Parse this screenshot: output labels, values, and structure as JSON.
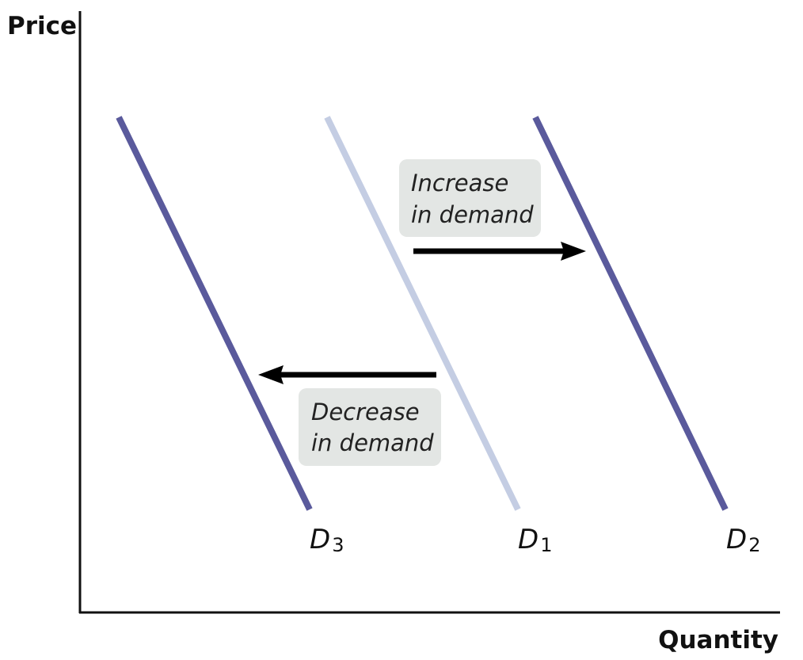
{
  "axes": {
    "y_label": "Price",
    "x_label": "Quantity"
  },
  "curves": [
    {
      "id": "D3",
      "letter": "D",
      "subscript": "3",
      "color": "#5a5a9c"
    },
    {
      "id": "D1",
      "letter": "D",
      "subscript": "1",
      "color": "#c4cde3"
    },
    {
      "id": "D2",
      "letter": "D",
      "subscript": "2",
      "color": "#5a5a9c"
    }
  ],
  "annotations": {
    "increase": {
      "line1": "Increase",
      "line2": "in demand",
      "direction": "right"
    },
    "decrease": {
      "line1": "Decrease",
      "line2": "in demand",
      "direction": "left"
    }
  },
  "colors": {
    "axis": "#111111",
    "arrow": "#000000",
    "note_background": "#e3e6e4"
  }
}
